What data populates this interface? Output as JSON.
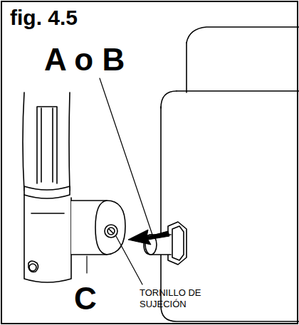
{
  "diagram": {
    "title": "fig. 4.5",
    "labels": [
      "A o B",
      "C",
      "TORNILLO DE SUJECIÓN"
    ]
  }
}
